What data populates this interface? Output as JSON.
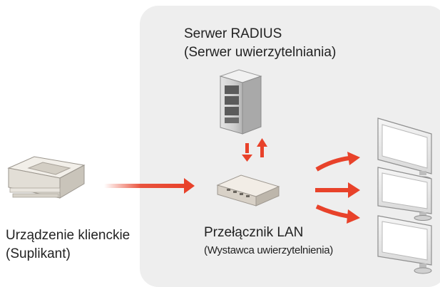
{
  "server": {
    "title": "Serwer RADIUS",
    "subtitle": "(Serwer uwierzytelniania)",
    "icon": "server-icon"
  },
  "client": {
    "title": "Urządzenie klienckie",
    "subtitle": "(Suplikant)",
    "icon": "printer-icon"
  },
  "switch": {
    "title": "Przełącznik LAN",
    "subtitle": "(Wystawca uwierzytelnienia)",
    "icon": "lan-switch-icon"
  },
  "computers": [
    "monitor-icon",
    "monitor-icon",
    "monitor-icon"
  ],
  "colors": {
    "zone": "#eeeeee",
    "arrow": "#e8422a",
    "text": "#222222"
  }
}
